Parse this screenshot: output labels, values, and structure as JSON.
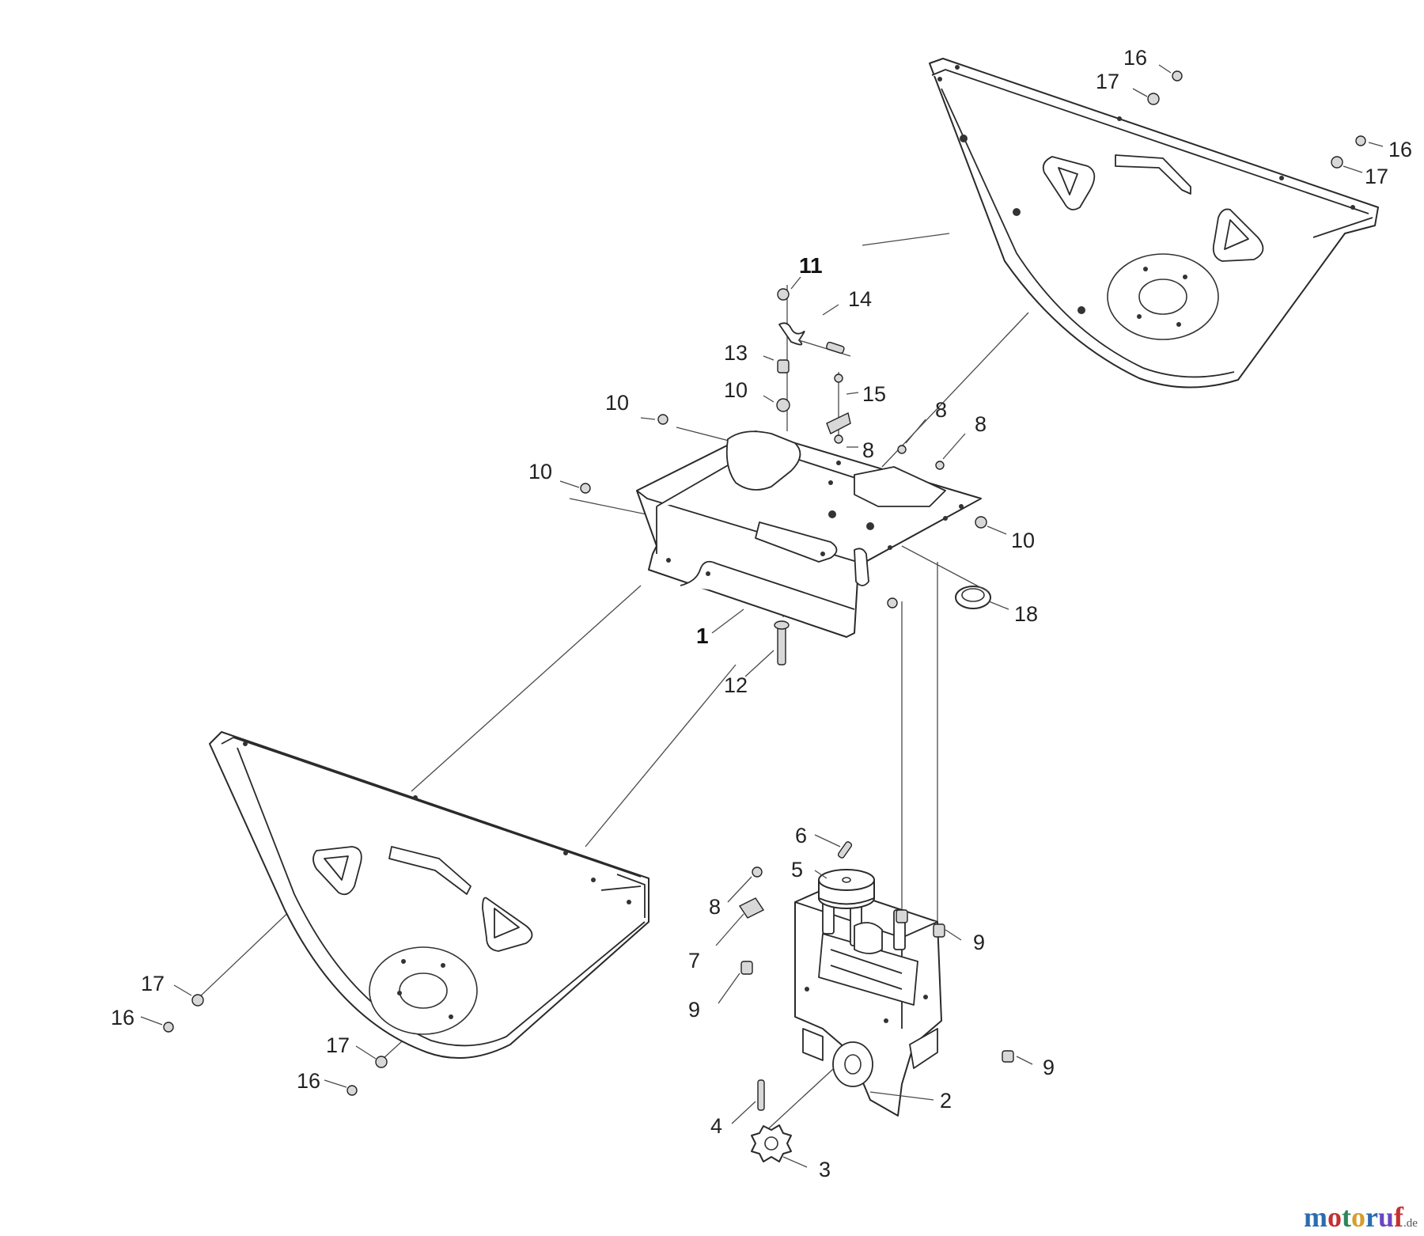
{
  "labels": {
    "l1": "1",
    "l2": "2",
    "l3": "3",
    "l4": "4",
    "l5": "5",
    "l6": "6",
    "l7": "7",
    "l8": "8",
    "l9": "9",
    "l10": "10",
    "l11": "11",
    "l12": "12",
    "l13": "13",
    "l14": "14",
    "l15": "15",
    "l16": "16",
    "l17": "17",
    "l18": "18"
  },
  "watermark": {
    "letters": [
      "m",
      "o",
      "t",
      "o",
      "r",
      "u",
      "f"
    ],
    "letter_colors": [
      "#2b6cb0",
      "#c53030",
      "#2f855a",
      "#d69e2e",
      "#2b6cb0",
      "#6b46c1",
      "#c53030"
    ],
    "suffix": ".de"
  }
}
